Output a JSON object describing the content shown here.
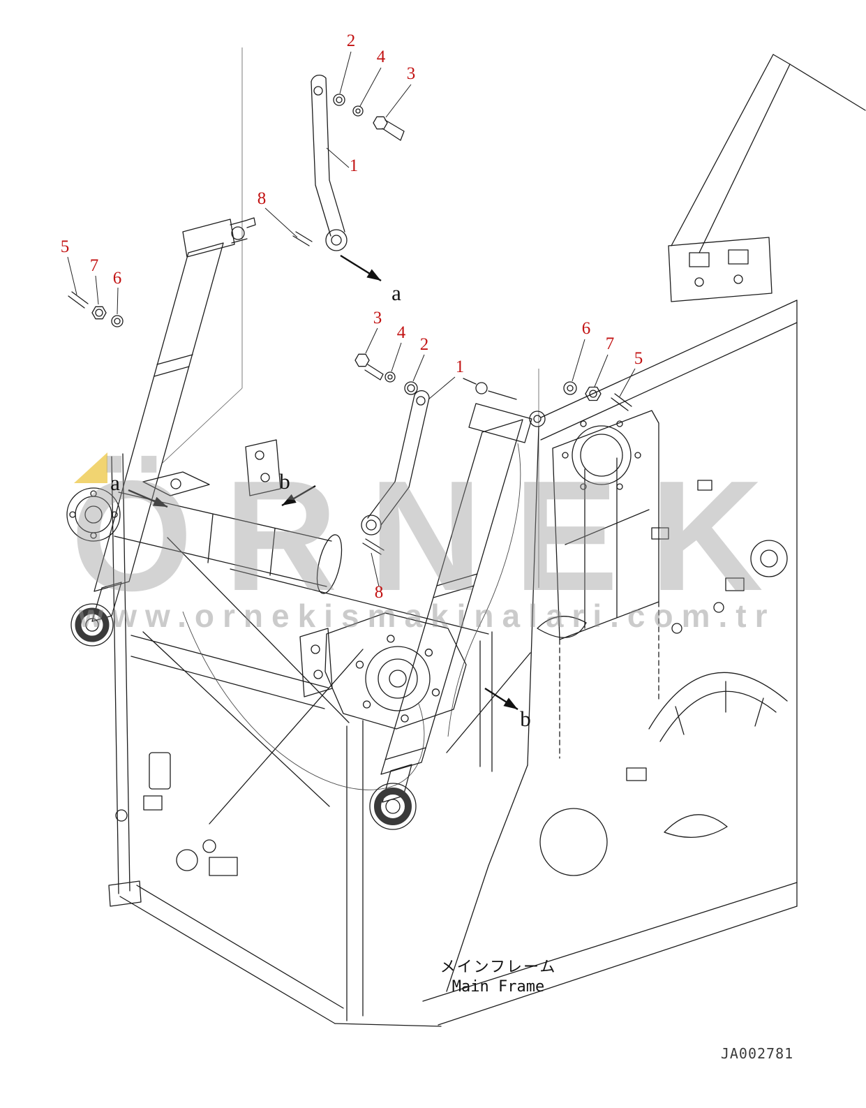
{
  "watermark": {
    "title": "ÖRNEK",
    "url": "www.ornekismakinalari.com.tr",
    "text_color": "#949494",
    "accent_color": "#f0cf62"
  },
  "footer": {
    "label_ja": "メインフレーム",
    "label_en": "Main Frame",
    "drawing_number": "JA002781"
  },
  "colors": {
    "callout": "#c21212",
    "line": "#1c1c1c",
    "view_label": "#111111",
    "background": "#ffffff"
  },
  "callouts": [
    "2",
    "4",
    "3",
    "1",
    "8",
    "5",
    "7",
    "6",
    "3",
    "4",
    "2",
    "1",
    "6",
    "7",
    "5",
    "8"
  ],
  "view_labels": [
    "a",
    "a",
    "b",
    "b"
  ]
}
